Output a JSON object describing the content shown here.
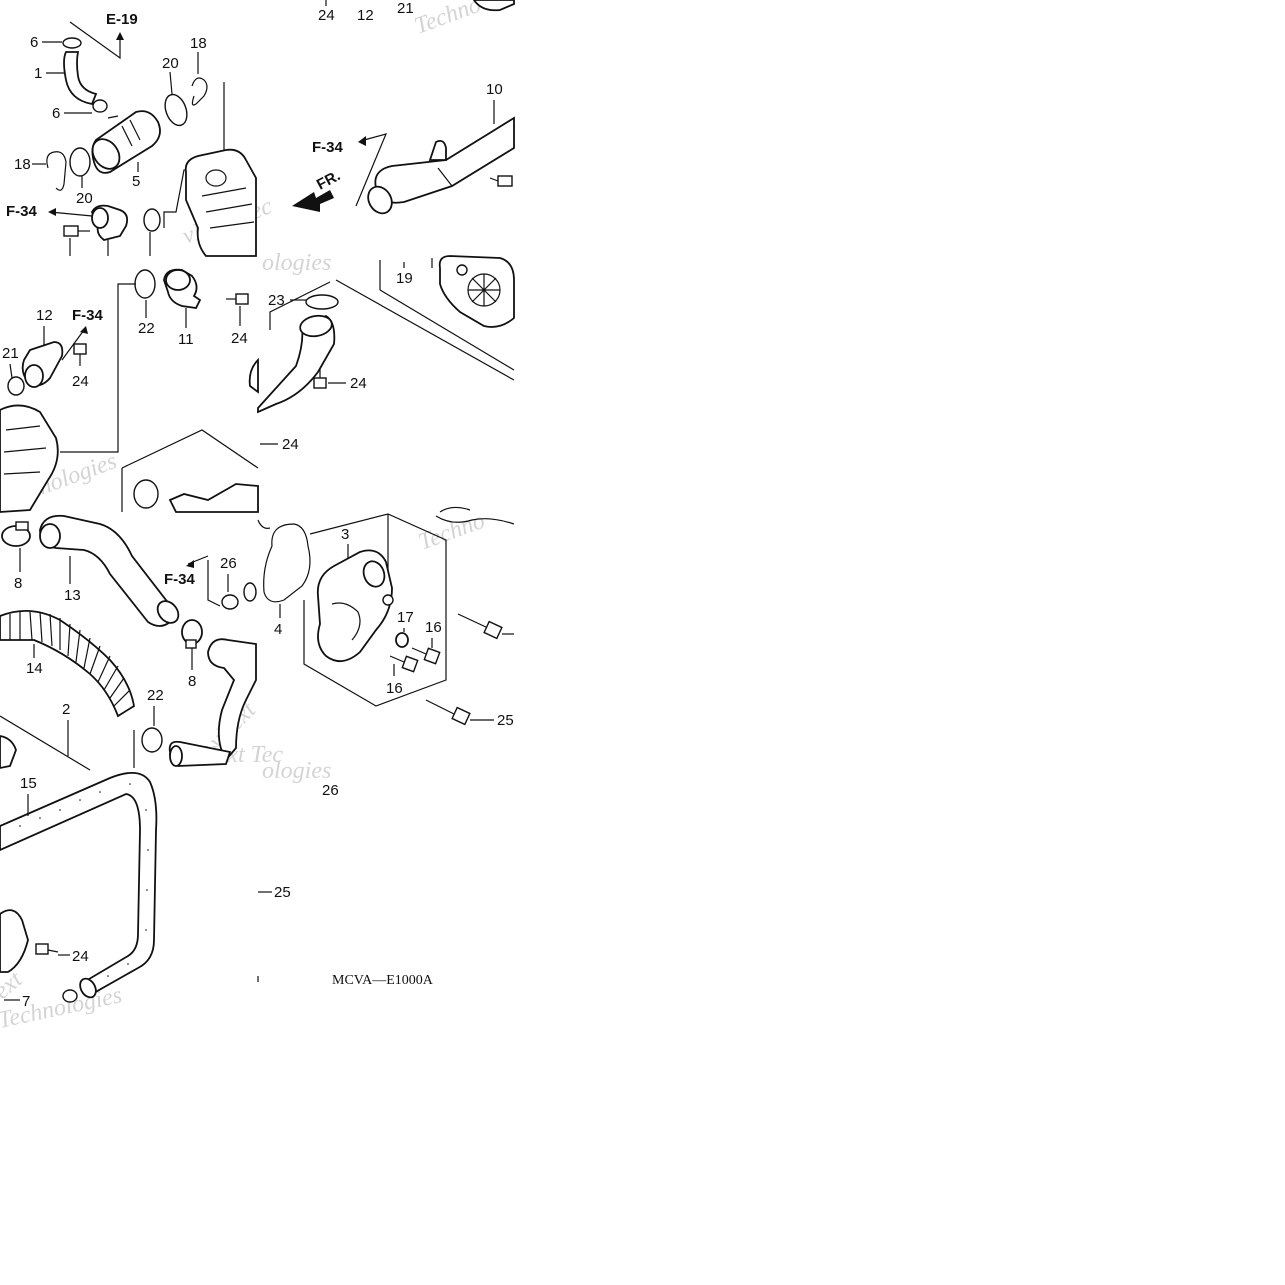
{
  "diagram": {
    "catalog_code": "MCVA—E1000A",
    "front_indicator": "FR.",
    "refs": {
      "e19": "E-19",
      "f34": "F-34"
    },
    "watermarks": [
      "Techno",
      "vNext Tec",
      "ologies",
      "Techno",
      "Technologies",
      "vNext",
      "ologies",
      "ext",
      "Technologies",
      "vNext Tec"
    ],
    "labels": {
      "q1_6a": "6",
      "q1_1": "1",
      "q1_6b": "6",
      "q1_18a": "18",
      "q1_20a": "20",
      "q1_5": "5",
      "q1_18b": "18",
      "q1_20b": "20",
      "q2_24": "24",
      "q2_12": "12",
      "q2_21": "21",
      "q2_10": "10",
      "q3_12": "12",
      "q3_21": "21",
      "q3_24a": "24",
      "q3_22": "22",
      "q3_11": "11",
      "q3_24b": "24",
      "q4_19": "19",
      "q4_23": "23",
      "q4_24a": "24",
      "q4_24b": "24",
      "q5_8a": "8",
      "q5_13": "13",
      "q5_26": "26",
      "q5_14": "14",
      "q5_8b": "8",
      "q5_2": "2",
      "q5_22": "22",
      "q5_15": "15",
      "q5_24": "24",
      "q5_7": "7",
      "q6_3": "3",
      "q6_4": "4",
      "q6_17": "17",
      "q6_16a": "16",
      "q6_16b": "16",
      "q6_25a": "25",
      "q6_26": "26",
      "q6_25b": "25"
    }
  }
}
